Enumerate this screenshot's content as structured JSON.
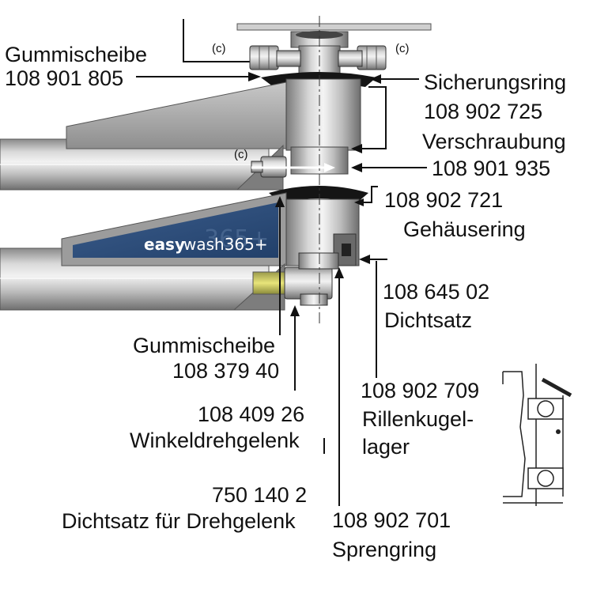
{
  "brand": {
    "name_bold": "easy",
    "name_regular": "wash365+",
    "watermark": "365+"
  },
  "markers": {
    "c": "(c)"
  },
  "labels": {
    "gummischeibe_top_name": "Gummischeibe",
    "gummischeibe_top_number": "108 901 805",
    "sicherungsring_name": "Sicherungsring",
    "sicherungsring_number": "108 902 725",
    "verschraubung_name": "Verschraubung",
    "verschraubung_number": "108 901 935",
    "gehaeusering_number": "108 902 721",
    "gehaeusering_name": "Gehäusering",
    "dichtsatz_number": "108 645 02",
    "dichtsatz_name": "Dichtsatz",
    "gummischeibe_bottom_name": "Gummischeibe",
    "gummischeibe_bottom_number": "108 379 40",
    "winkeldrehgelenk_number": "108 409 26",
    "winkeldrehgelenk_name": "Winkeldrehgelenk",
    "dichtsatz_drehgelenk_number": "750 140 2",
    "dichtsatz_drehgelenk_name": "Dichtsatz für Drehgelenk",
    "kugellager_number": "108 902 709",
    "kugellager_name_1": "Rillenkugel-",
    "kugellager_name_2": "lager",
    "sprengring_number": "108 902 701",
    "sprengring_name": "Sprengring"
  },
  "colors": {
    "arm_panel_blue": "#2f4f7a",
    "steel_light": "#e4e4e4",
    "steel_dark": "#7d7d7d",
    "rubber_black": "#151515"
  }
}
